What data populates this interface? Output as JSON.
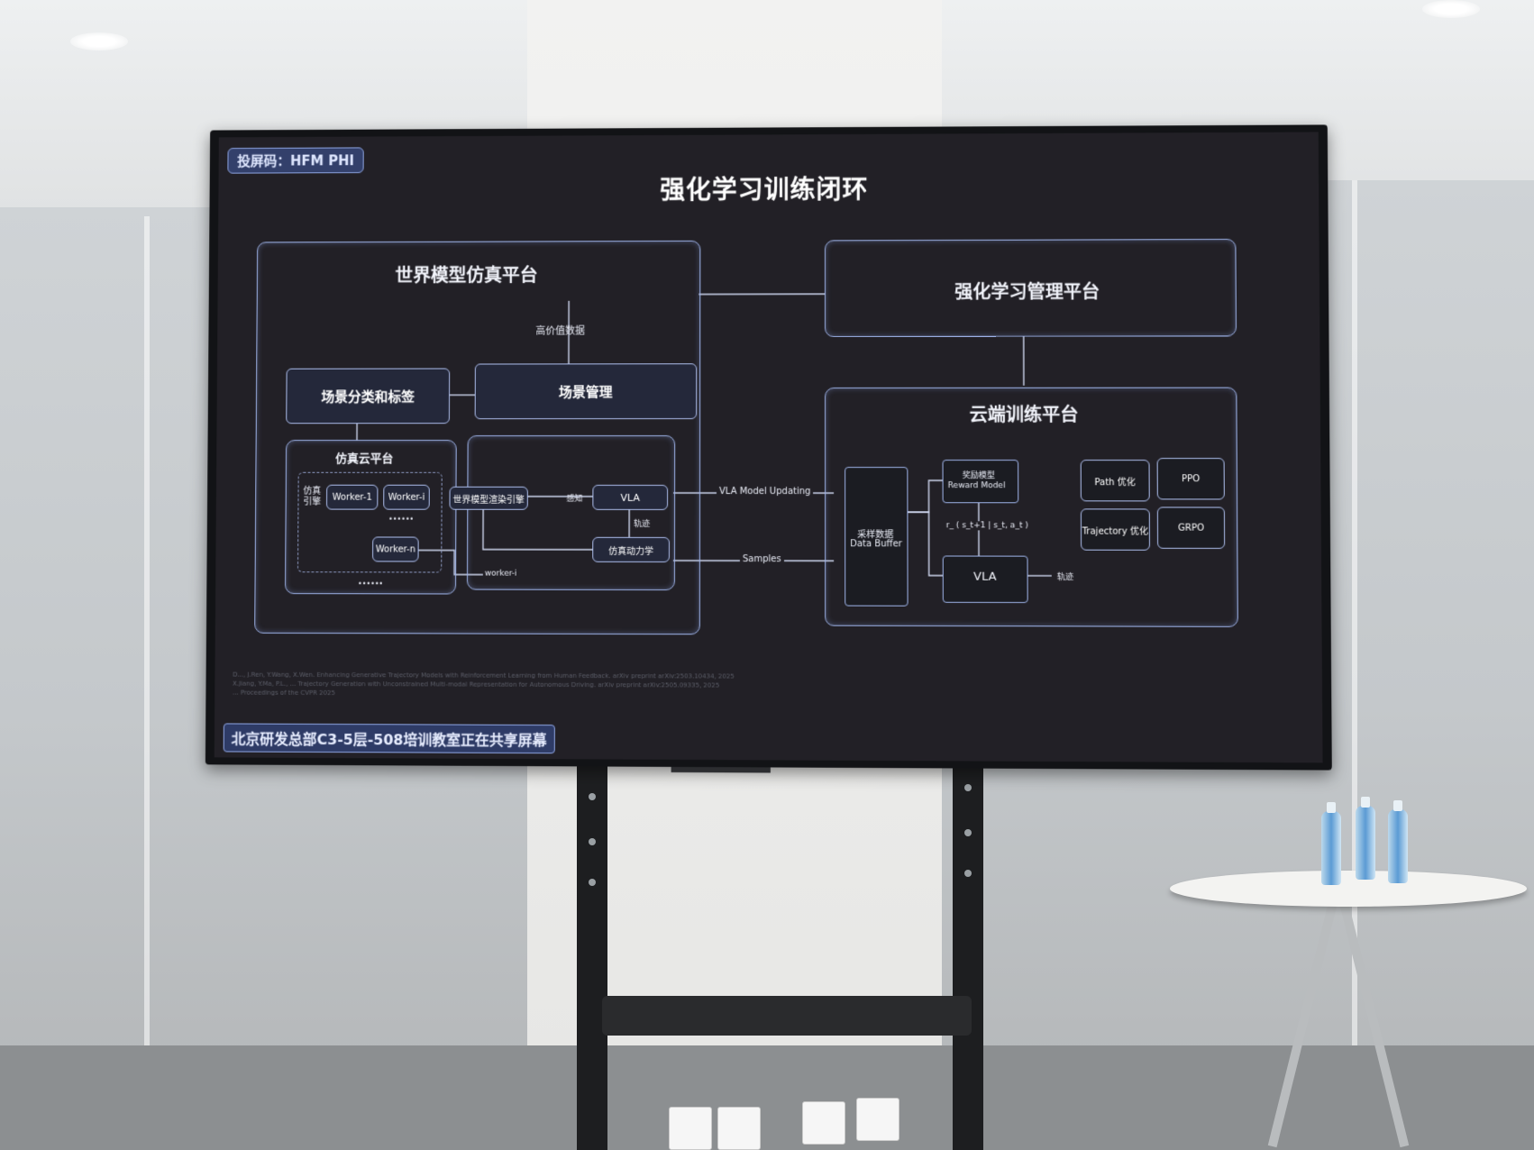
{
  "screen": {
    "cast_code": "投屏码：HFM PHI",
    "title": "强化学习训练闭环",
    "sharing_banner": "北京研发总部C3-5层-508培训教室正在共享屏幕"
  },
  "world_model": {
    "title": "世界模型仿真平台",
    "high_value_label": "高价值数据",
    "scene_classify": "场景分类和标签",
    "scene_manage": "场景管理",
    "sim_cloud": {
      "title": "仿真云平台",
      "engine_label": "仿真引擎",
      "worker_1": "Worker-1",
      "worker_i": "Worker-i",
      "dots_inner": "••••••",
      "worker_n": "Worker-n",
      "dots_outer": "••••••"
    },
    "render_engine": "世界模型渲染引擎",
    "perceive_label": "感知",
    "vla": "VLA",
    "trajectory_label": "轨迹",
    "sim_dynamics": "仿真动力学",
    "worker_i_label": "worker-i"
  },
  "connectors": {
    "vla_update": "VLA Model Updating",
    "samples": "Samples"
  },
  "rl_platform": {
    "title": "强化学习管理平台"
  },
  "cloud": {
    "title": "云端训练平台",
    "buffer_line1": "采样数据",
    "buffer_line2": "Data Buffer",
    "reward_line1": "奖励模型",
    "reward_line2": "Reward Model",
    "formula": "r_ ( s_t+1 | s_t,  a_t )",
    "vla": "VLA",
    "trajectory_label": "轨迹",
    "path_opt": "Path 优化",
    "ppo": "PPO",
    "traj_opt": "Trajectory 优化",
    "grpo": "GRPO"
  },
  "references": [
    "D..., J.Ren, Y.Wang, X.Wen. Enhancing Generative Trajectory Models with Reinforcement Learning from Human Feedback. arXiv preprint arXiv:2503.10434, 2025",
    "X.Jiang, Y.Ma, P.L., ... Trajectory Generation with Unconstrained Multi-modal Representation for Autonomous Driving. arXiv preprint arXiv:2505.09335, 2025",
    "... Proceedings of the CVPR 2025"
  ],
  "colors": {
    "screen_bg": "#222026",
    "box_border": "#9fb4ea",
    "label_bg": "#2e3b66"
  }
}
